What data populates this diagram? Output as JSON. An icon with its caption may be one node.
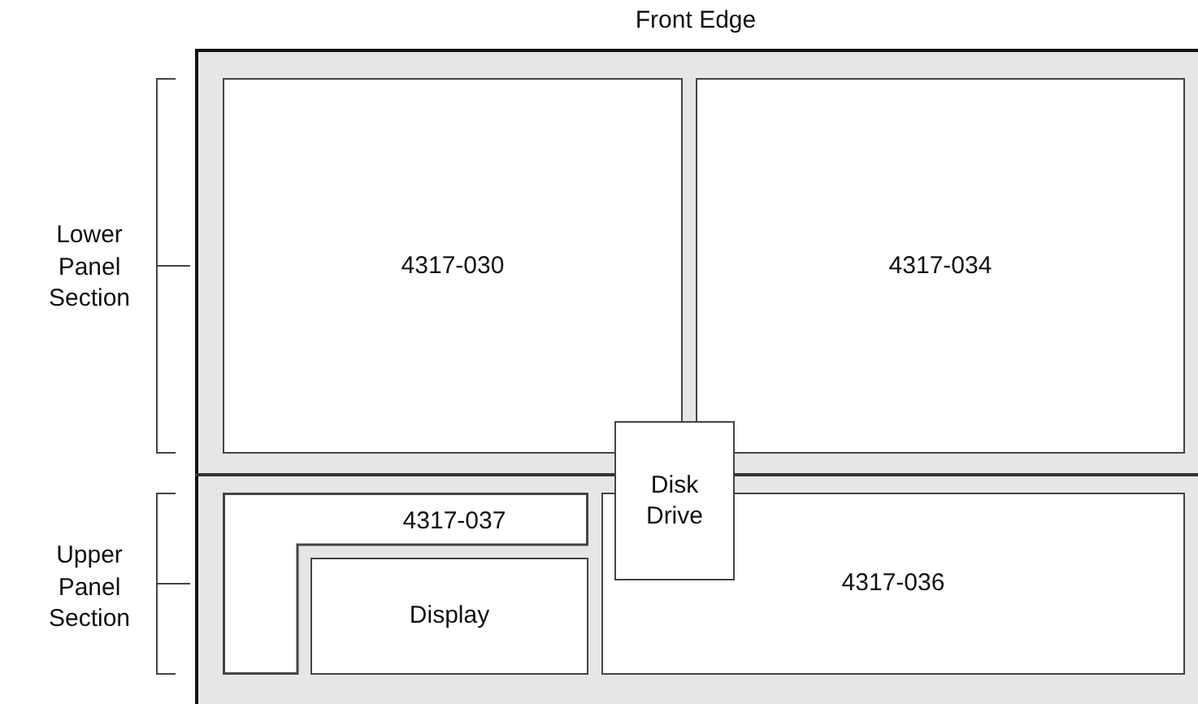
{
  "diagram": {
    "nodes": [
      {
        "text": [
          "4317-030"
        ]
      },
      {
        "text": [
          "4317-034"
        ]
      },
      {
        "text": [
          "4317-037"
        ]
      },
      {
        "text": [
          "Display"
        ]
      },
      {
        "text": [
          "4317-036"
        ]
      },
      {
        "text": [
          "Disk Drive"
        ]
      }
    ],
    "labels": [
      "Front Edge",
      "Lower Panel Section",
      "Upper Panel Section"
    ]
  }
}
